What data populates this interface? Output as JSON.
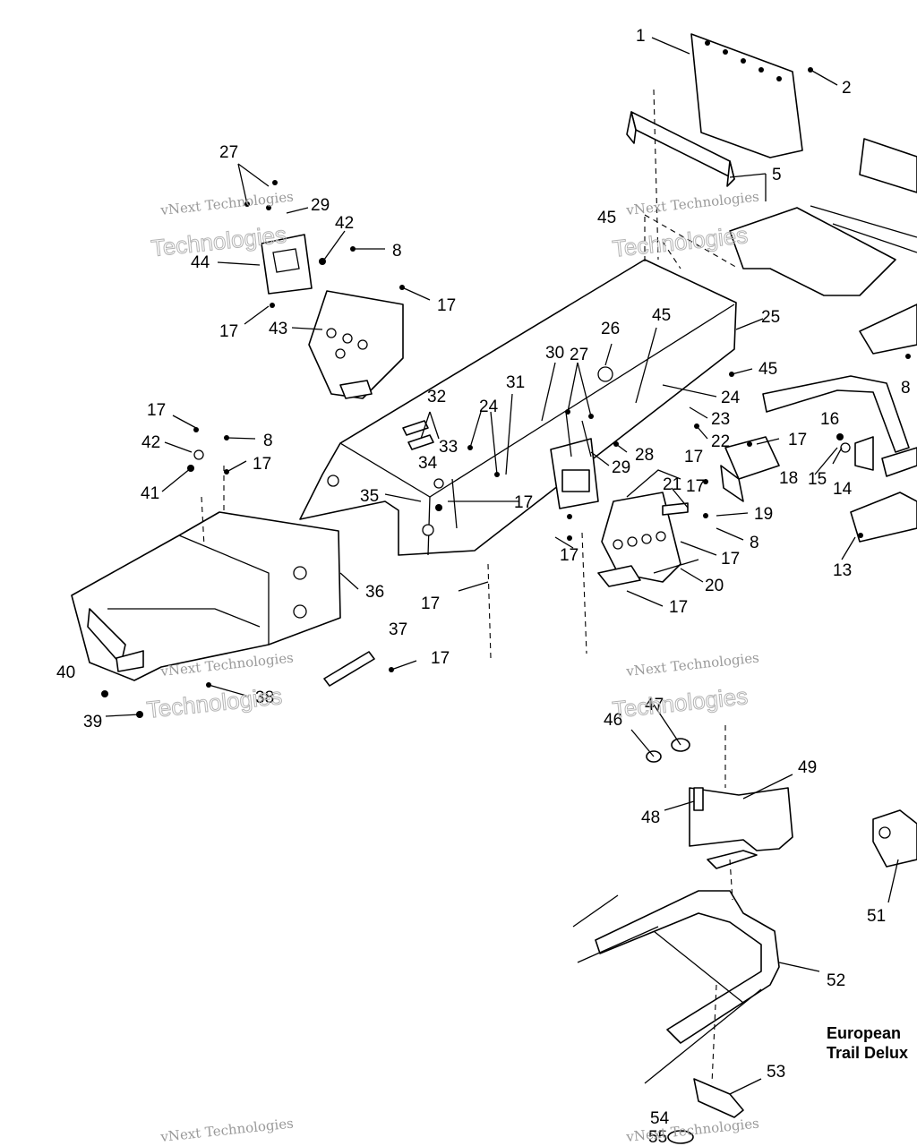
{
  "callouts": [
    "1",
    "2",
    "5",
    "8",
    "8",
    "8",
    "8",
    "13",
    "14",
    "15",
    "16",
    "17",
    "17",
    "17",
    "17",
    "17",
    "17",
    "17",
    "17",
    "17",
    "17",
    "17",
    "17",
    "17",
    "18",
    "19",
    "20",
    "21",
    "22",
    "23",
    "24",
    "24",
    "25",
    "26",
    "27",
    "27",
    "28",
    "29",
    "29",
    "30",
    "31",
    "32",
    "33",
    "34",
    "35",
    "36",
    "37",
    "38",
    "39",
    "40",
    "41",
    "42",
    "42",
    "43",
    "44",
    "45",
    "45",
    "45",
    "46",
    "47",
    "48",
    "49",
    "51",
    "52",
    "53",
    "54",
    "55"
  ],
  "watermark": {
    "line1": "vNext Technologies",
    "line2": "Technologies",
    "faint": "vNext"
  },
  "note": {
    "line1": "European",
    "line2": "Trail Delux"
  }
}
